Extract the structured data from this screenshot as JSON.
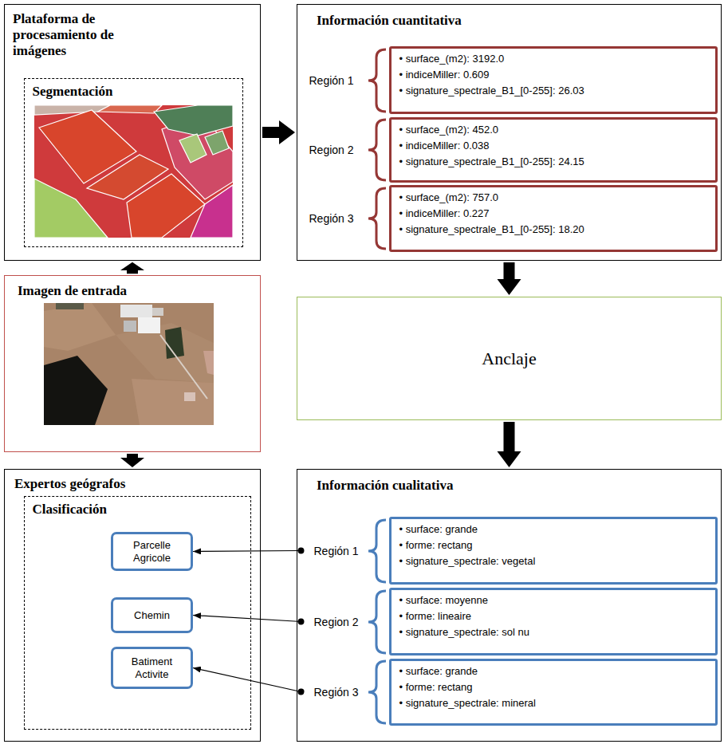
{
  "diagram": {
    "nodes": [
      {
        "text": [
          "Plataforma de procesamiento de imágenes"
        ]
      },
      {
        "text": [
          "Segmentación"
        ],
        "in": 0
      },
      {
        "text": [
          "Información cuantitativa"
        ]
      },
      {
        "text": [
          "Región 1"
        ],
        "in": 2
      },
      {
        "text": [
          "• surface_(m2): 3192.0",
          "• indiceMiller: 0.609",
          "• signature_spectrale_B1_[0-255]: 26.03"
        ],
        "in": 2
      },
      {
        "text": [
          "Region 2"
        ],
        "in": 2
      },
      {
        "text": [
          "• surface_(m2): 452.0",
          "• indiceMiller: 0.038",
          "• signature_spectrale_B1_[0-255]: 24.15"
        ],
        "in": 2
      },
      {
        "text": [
          "Región 3"
        ],
        "in": 2
      },
      {
        "text": [
          "• surface_(m2): 757.0",
          "• indiceMiller: 0.227",
          "• signature_spectrale_B1_[0-255]: 18.20"
        ],
        "in": 2
      },
      {
        "text": [
          "Imagen de entrada"
        ]
      },
      {
        "text": [
          "Anclaje"
        ]
      },
      {
        "text": [
          "Expertos geógrafos"
        ]
      },
      {
        "text": [
          "Clasificación"
        ],
        "in": 11
      },
      {
        "text": [
          "Parcelle Agricole"
        ],
        "in": 12
      },
      {
        "text": [
          "Chemin"
        ],
        "in": 12
      },
      {
        "text": [
          "Batiment Activite"
        ],
        "in": 12
      },
      {
        "text": [
          "Información cualitativa"
        ]
      },
      {
        "text": [
          "Región 1"
        ],
        "in": 16
      },
      {
        "text": [
          "• surface: grande",
          "• forme: rectang",
          "• signature_spectrale: vegetal"
        ],
        "in": 16
      },
      {
        "text": [
          "Region 2"
        ],
        "in": 16
      },
      {
        "text": [
          "• surface: moyenne",
          "• forme: lineaire",
          "• signature_spectrale: sol nu"
        ],
        "in": 16
      },
      {
        "text": [
          "Región 3"
        ],
        "in": 16
      },
      {
        "text": [
          "• surface: grande",
          "• forme: rectang",
          "• signature_spectrale: mineral"
        ],
        "in": 16
      }
    ],
    "edges": [
      {
        "from": 9,
        "to": 0,
        "arrow": "to"
      },
      {
        "from": 0,
        "to": 2,
        "arrow": "to"
      },
      {
        "from": 2,
        "to": 10,
        "arrow": "to"
      },
      {
        "from": 10,
        "to": 16,
        "arrow": "to"
      },
      {
        "from": 9,
        "to": 11,
        "arrow": "to"
      },
      {
        "from": 17,
        "to": 13,
        "arrow": "to"
      },
      {
        "from": 19,
        "to": 14,
        "arrow": "to"
      },
      {
        "from": 21,
        "to": 15,
        "arrow": "to"
      }
    ]
  }
}
